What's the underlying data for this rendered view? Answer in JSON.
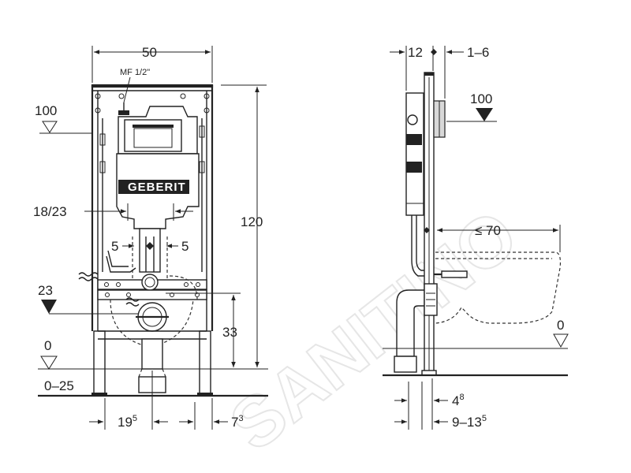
{
  "watermark": "SANITINO",
  "brand": {
    "name": "GEBERIT"
  },
  "front_view": {
    "width_label": "50",
    "thread_label": "MF 1/2\"",
    "level_top_label": "100",
    "flush_pipe_label": "18/23",
    "offset_left_label": "5",
    "offset_right_label": "5",
    "level_23_label": "23",
    "floor_level_label": "0",
    "adjust_label": "0–25",
    "height_total_label": "120",
    "outlet_height_label": "33",
    "bottom_left_base": "19",
    "bottom_left_sup": "5",
    "bottom_right_base": "7",
    "bottom_right_sup": "3"
  },
  "side_view": {
    "depth_label": "12",
    "wall_gap_label": "1–6",
    "level_top_label": "100",
    "projection_label": "≤ 70",
    "floor_level_label": "0",
    "bottom_a_base": "4",
    "bottom_a_sup": "8",
    "bottom_b_base": "9–13",
    "bottom_b_sup": "5"
  }
}
